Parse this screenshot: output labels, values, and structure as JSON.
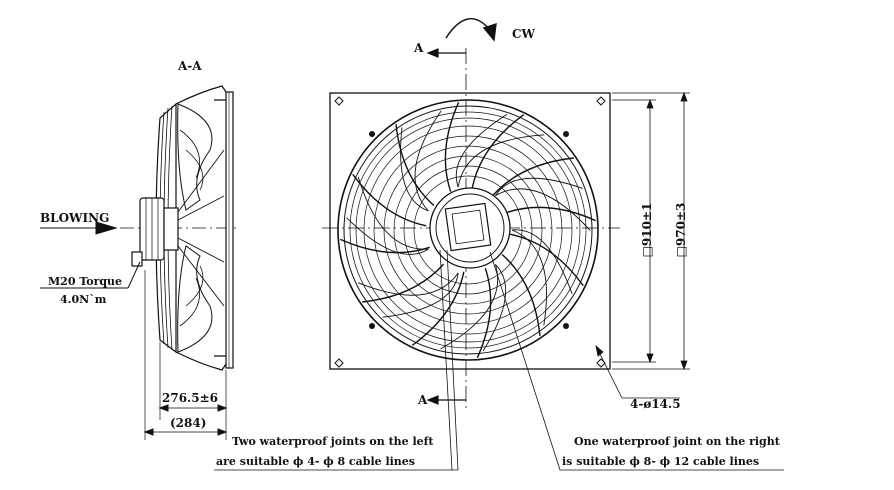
{
  "view_label": "A-A",
  "section_marker": "A",
  "rotation_label": "CW",
  "airflow_label": "BLOWING",
  "torque_line1": "M20 Torque",
  "torque_line2": "4.0N`m",
  "depth_dim": "276.5±6",
  "depth_total_dim": "(284)",
  "inner_square_dim": "□910±1",
  "outer_square_dim": "□970±3",
  "hole_callout": "4-ø14.5",
  "note_left_line1": "Two waterproof joints on the left",
  "note_left_line2": "are suitable ϕ 4- ϕ 8 cable lines",
  "note_right_line1": "One waterproof joint on the right",
  "note_right_line2": "is suitable ϕ 8- ϕ 12 cable lines",
  "colors": {
    "ink": "#111111",
    "background": "#ffffff"
  }
}
